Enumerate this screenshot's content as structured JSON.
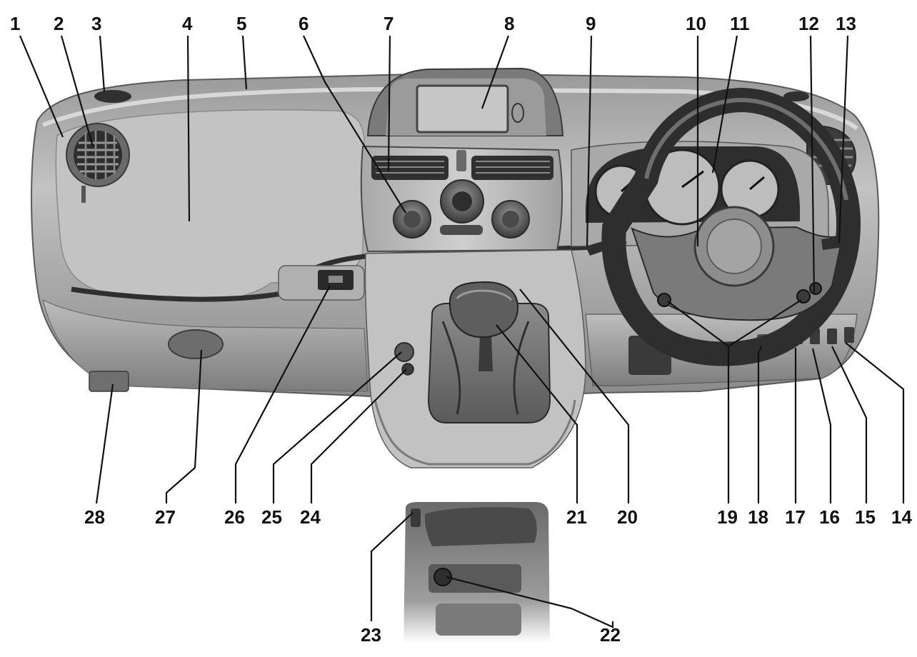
{
  "callouts": {
    "c1": "1",
    "c2": "2",
    "c3": "3",
    "c4": "4",
    "c5": "5",
    "c6": "6",
    "c7": "7",
    "c8": "8",
    "c9": "9",
    "c10": "10",
    "c11": "11",
    "c12": "12",
    "c13": "13",
    "c14": "14",
    "c15": "15",
    "c16": "16",
    "c17": "17",
    "c18": "18",
    "c19": "19",
    "c20": "20",
    "c21": "21",
    "c22": "22",
    "c23": "23",
    "c24": "24",
    "c25": "25",
    "c26": "26",
    "c27": "27",
    "c28": "28"
  },
  "colors": {
    "dash_light": "#b9b9b9",
    "dash_mid": "#8f8f8f",
    "dash_dark": "#4a4a4a",
    "screen": "#c4c4c4",
    "ink": "#111111"
  },
  "illustration": {
    "icons": [
      "air-vent-icon",
      "steering-wheel-icon",
      "gear-lever-icon",
      "instrument-cluster-icon",
      "display-screen-icon"
    ]
  }
}
